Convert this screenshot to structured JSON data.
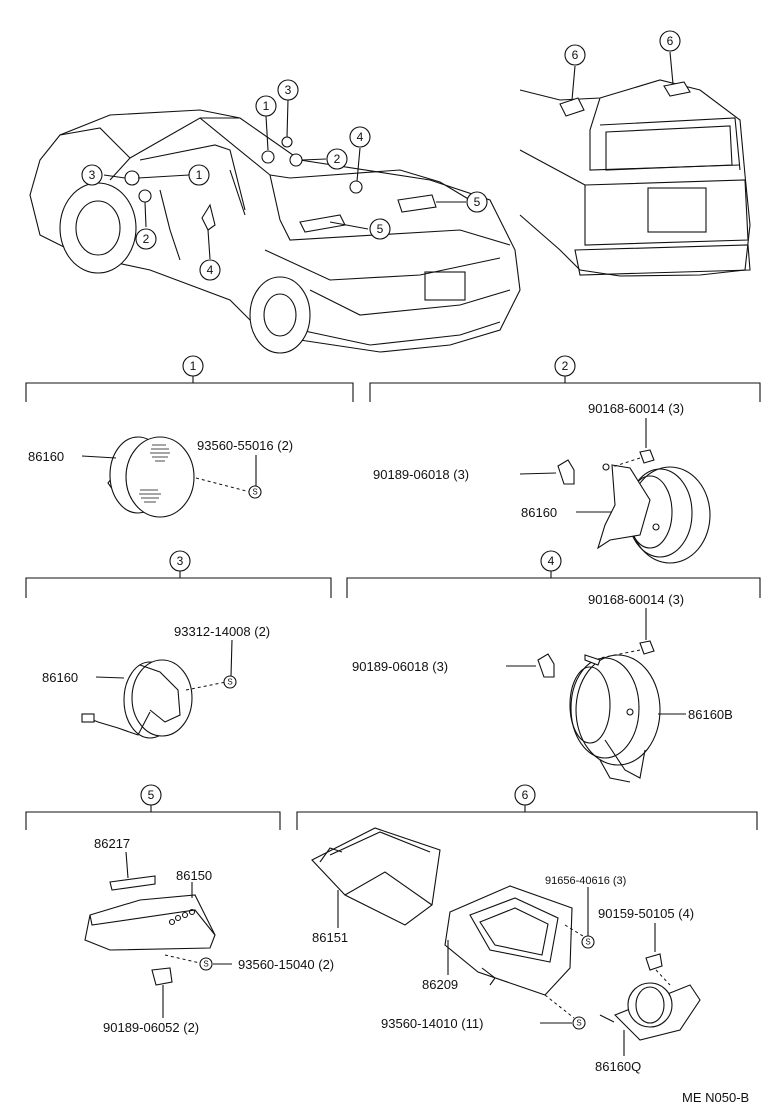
{
  "callouts": {
    "c1": "1",
    "c2": "2",
    "c3": "3",
    "c4": "4",
    "c5": "5",
    "c6": "6"
  },
  "parts": {
    "p_86160_s1": "86160",
    "p_93560_55016": "93560-55016 (2)",
    "p_90168_60014_s2": "90168-60014 (3)",
    "p_90189_06018_s2": "90189-06018 (3)",
    "p_86160_s2": "86160",
    "p_93312_14008": "93312-14008 (2)",
    "p_86160_s3": "86160",
    "p_90168_60014_s4": "90168-60014 (3)",
    "p_90189_06018_s4": "90189-06018 (3)",
    "p_86160B": "86160B",
    "p_86217": "86217",
    "p_86150": "86150",
    "p_93560_15040": "93560-15040 (2)",
    "p_90189_06052": "90189-06052 (2)",
    "p_86151": "86151",
    "p_91656_40616": "91656-40616 (3)",
    "p_90159_50105": "90159-50105 (4)",
    "p_86209": "86209",
    "p_93560_14010": "93560-14010 (11)",
    "p_86160Q": "86160Q"
  },
  "screw_mark": "S",
  "footer": {
    "code": "ME N050-B"
  }
}
